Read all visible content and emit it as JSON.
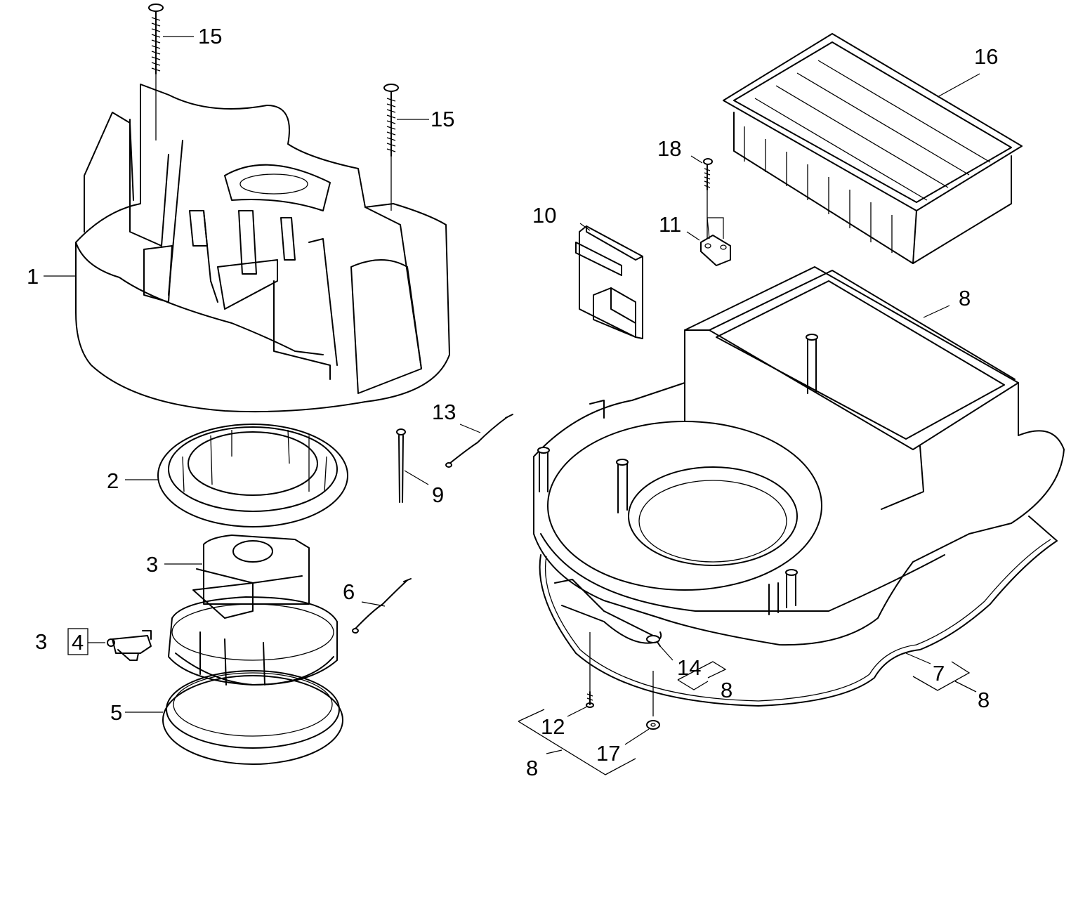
{
  "callouts": {
    "c1": "1",
    "c2": "2",
    "c3a": "3",
    "c3b": "3",
    "c4": "4",
    "c5": "5",
    "c6": "6",
    "c7": "7",
    "c8a": "8",
    "c8b": "8",
    "c8c": "8",
    "c8d": "8",
    "c9": "9",
    "c10": "10",
    "c11": "11",
    "c12": "12",
    "c13": "13",
    "c14": "14",
    "c15a": "15",
    "c15b": "15",
    "c16": "16",
    "c17": "17",
    "c18": "18"
  }
}
